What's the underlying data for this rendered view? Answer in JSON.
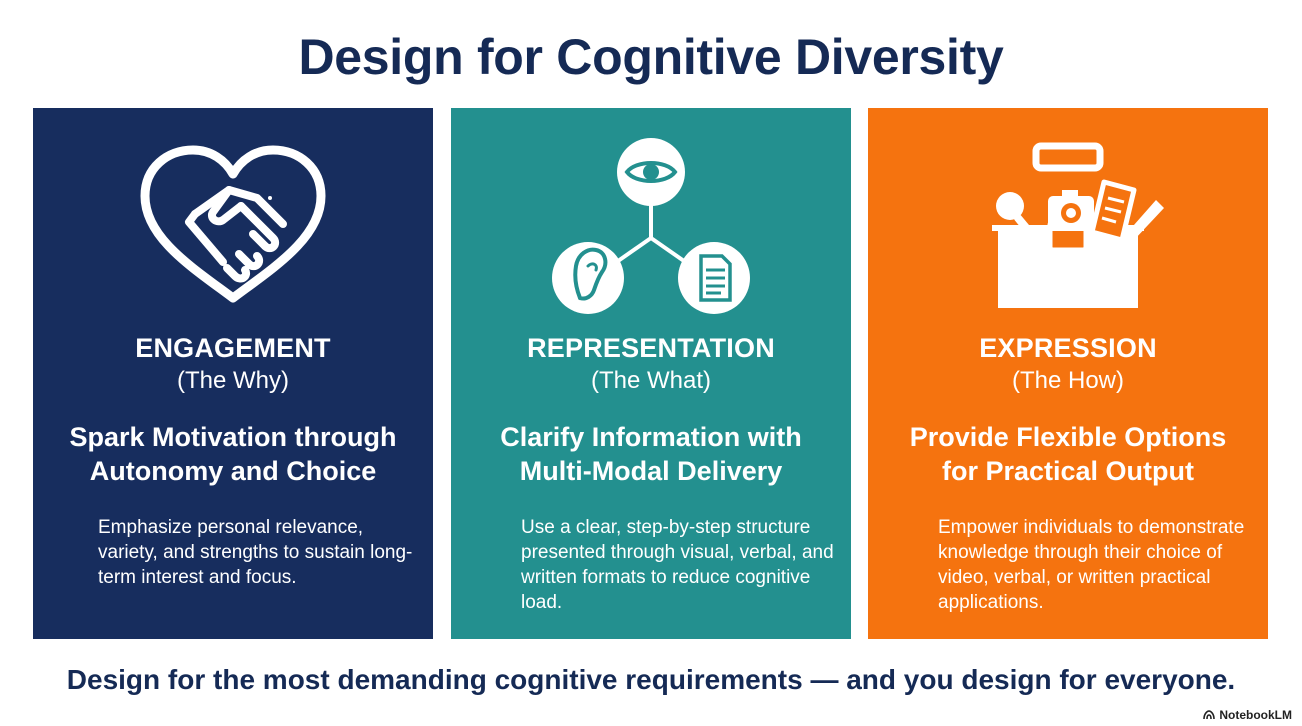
{
  "title": "Design for Cognitive Diversity",
  "cards": [
    {
      "heading": "ENGAGEMENT",
      "sub": "(The Why)",
      "tagline_line1": "Spark Motivation through",
      "tagline_line2": "Autonomy and Choice",
      "body": "Emphasize personal relevance, variety, and strengths to sustain long-term interest and focus.",
      "icon": "heart-handshake-icon",
      "color": "#172d5e"
    },
    {
      "heading": "REPRESENTATION",
      "sub": "(The What)",
      "tagline_line1": "Clarify Information with",
      "tagline_line2": "Multi-Modal Delivery",
      "body": "Use a clear, step-by-step structure presented through visual, verbal, and written formats to reduce cognitive load.",
      "icon": "eye-ear-document-icon",
      "color": "#23908f"
    },
    {
      "heading": "EXPRESSION",
      "sub": "(The How)",
      "tagline_line1": "Provide Flexible Options",
      "tagline_line2": "for Practical Output",
      "body": "Empower individuals to demonstrate knowledge through their choice of video, verbal, or written practical applications.",
      "icon": "toolbox-icon",
      "color": "#f5730f"
    }
  ],
  "footer": "Design for the most demanding cognitive requirements — and you design for everyone.",
  "brand": "NotebookLM"
}
